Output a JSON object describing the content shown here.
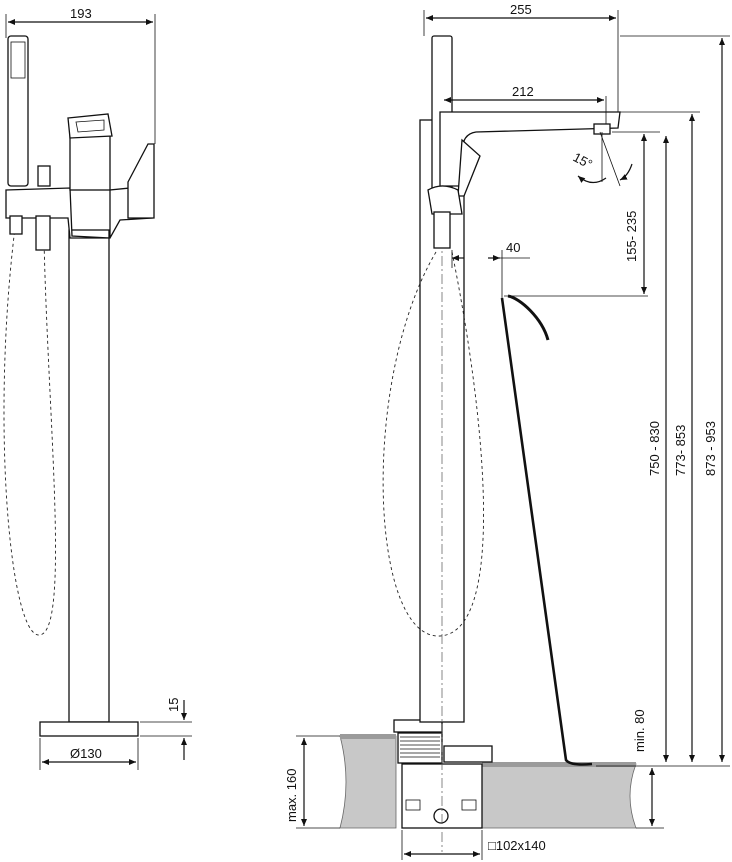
{
  "dimensions": {
    "front_width": "193",
    "base_diameter": "Ø130",
    "base_height": "15",
    "total_reach": "255",
    "spout_reach": "212",
    "angle": "15°",
    "spout_height_range": "155- 235",
    "hand_shower_offset": "40",
    "height_1": "750 - 830",
    "height_2": "773- 853",
    "height_3": "873 - 953",
    "floor_depth": "max. 160",
    "min_floor": "min. 80",
    "box_size": "□102x140"
  }
}
